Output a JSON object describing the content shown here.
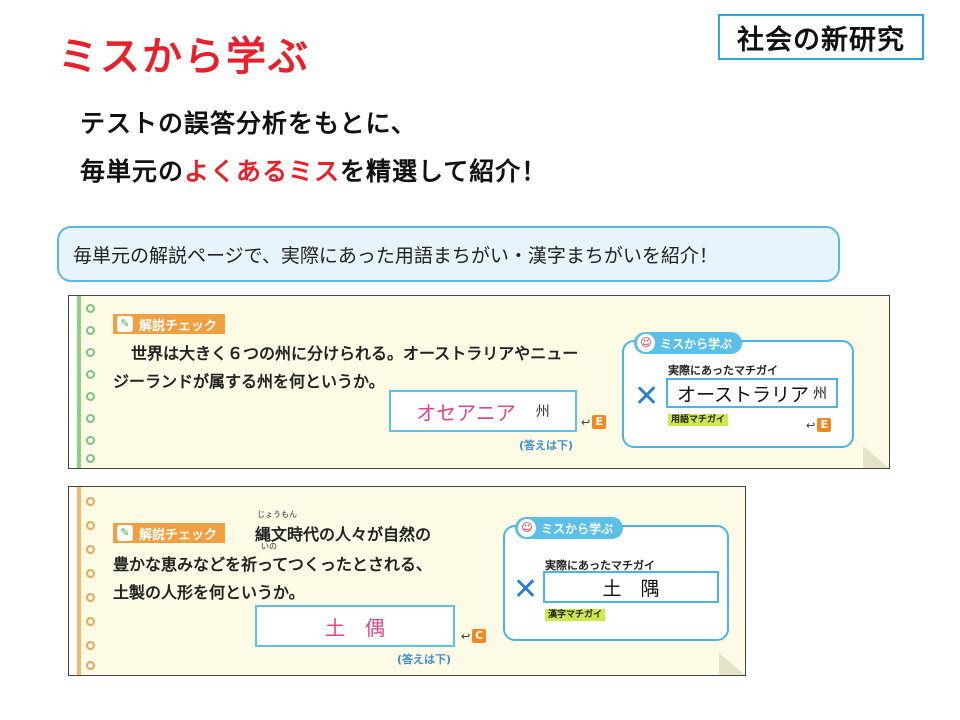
{
  "title": "ミスから学ぶ",
  "brand": "社会の新研究",
  "intro": {
    "line1": "テストの誤答分析をもとに、",
    "line2_pre": "毎単元の",
    "line2_highlight": "よくあるミス",
    "line2_post": "を精選して紹介！"
  },
  "caption": "毎単元の解説ページで、実際にあった用語まちがい・漢字まちがいを紹介！",
  "colors": {
    "title_red": "#e8202a",
    "accent_blue": "#29a8df",
    "tag_orange": "#f0a040",
    "answer_pink": "#e2448b"
  },
  "card1": {
    "tag": "解説チェック",
    "question_line1": "世界は大きく６つの州に分けられる。オーストラリアやニュー",
    "question_line2": "ジーランドが属する州を何というか。",
    "answer": "オセアニア",
    "answer_suffix": "州",
    "answer_ref": "E",
    "answer_note": "(答えは下)",
    "miss": {
      "header": "ミスから学ぶ",
      "subtitle": "実際にあったマチガイ",
      "wrong": "オーストラリア",
      "wrong_suffix": "州",
      "type": "用語マチガイ",
      "ref": "E"
    }
  },
  "card2": {
    "tag": "解説チェック",
    "ruby1": "じょうもん",
    "question_line1": "縄文時代の人々が自然の",
    "ruby2": "いの",
    "question_line2": "豊かな恵みなどを祈ってつくったとされる、",
    "question_line3": "土製の人形を何というか。",
    "answer": "土　偶",
    "answer_ref": "C",
    "answer_note": "(答えは下)",
    "miss": {
      "header": "ミスから学ぶ",
      "subtitle": "実際にあったマチガイ",
      "wrong": "土　隅",
      "type": "漢字マチガイ"
    }
  }
}
